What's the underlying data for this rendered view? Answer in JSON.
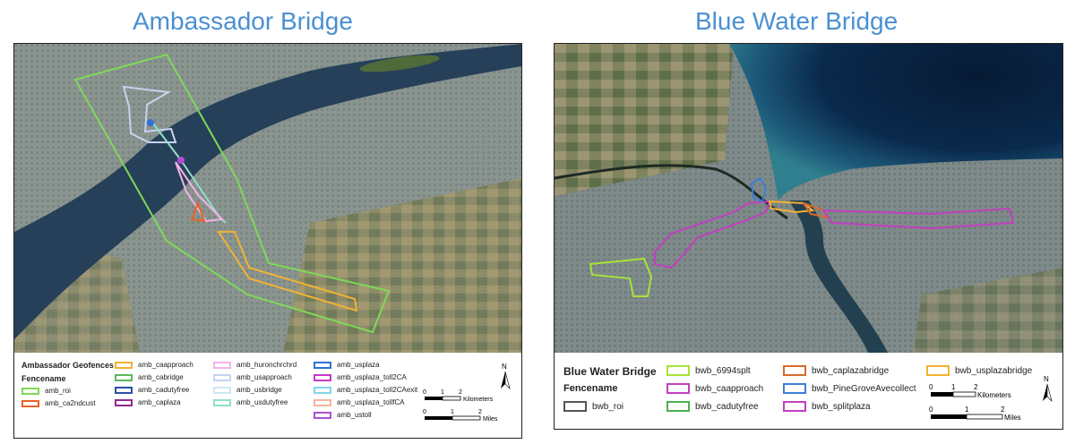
{
  "left": {
    "title": "Ambassador Bridge",
    "legend_title": "Ambassador Geofences",
    "fence_label": "Fencename",
    "items": [
      {
        "label": "amb_roi",
        "color": "#7ed957"
      },
      {
        "label": "amb_ca2ndcust",
        "color": "#e8622a"
      },
      {
        "label": "amb_caapproach",
        "color": "#f2b233"
      },
      {
        "label": "amb_cabridge",
        "color": "#5cb85c"
      },
      {
        "label": "amb_cadutyfree",
        "color": "#2a4fa8"
      },
      {
        "label": "amb_caplaza",
        "color": "#8e2a8e"
      },
      {
        "label": "amb_huronchrchrd",
        "color": "#f3b3e6"
      },
      {
        "label": "amb_usapproach",
        "color": "#c7d3ee"
      },
      {
        "label": "amb_usbridge",
        "color": "#cde7f0"
      },
      {
        "label": "amb_usdutyfree",
        "color": "#8fe0c7"
      },
      {
        "label": "amb_usplaza",
        "color": "#2f6fd6"
      },
      {
        "label": "amb_usplaza_toll2CA",
        "color": "#c638c6"
      },
      {
        "label": "amb_usplaza_toll2CAexit",
        "color": "#7fd6e8"
      },
      {
        "label": "amb_usplaza_tollfCA",
        "color": "#f4b59a"
      },
      {
        "label": "amb_ustoll",
        "color": "#b04fd4"
      }
    ],
    "scale": {
      "km_ticks": [
        "0",
        "1",
        "2"
      ],
      "km_unit": "Kilometers",
      "mi_ticks": [
        "0",
        "1",
        "2"
      ],
      "mi_unit": "Miles"
    },
    "north": "N"
  },
  "right": {
    "title": "Blue Water Bridge",
    "legend_title": "Blue Water Bridge",
    "fence_label": "Fencename",
    "items": [
      {
        "label": "bwb_roi",
        "color": "#555555"
      },
      {
        "label": "bwb_6994splt",
        "color": "#a5e33a"
      },
      {
        "label": "bwb_caapproach",
        "color": "#c23fbf"
      },
      {
        "label": "bwb_cadutyfree",
        "color": "#4caf50"
      },
      {
        "label": "bwb_caplazabridge",
        "color": "#d86a2e"
      },
      {
        "label": "bwb_PineGroveAvecollect",
        "color": "#3a7fd6"
      },
      {
        "label": "bwb_splitplaza",
        "color": "#c23fbf"
      },
      {
        "label": "bwb_usplazabridge",
        "color": "#f2b233"
      }
    ],
    "scale": {
      "km_ticks": [
        "0",
        "1",
        "2"
      ],
      "km_unit": "Kilometers",
      "mi_ticks": [
        "0",
        "1",
        "2"
      ],
      "mi_unit": "Miles"
    },
    "north": "N"
  }
}
